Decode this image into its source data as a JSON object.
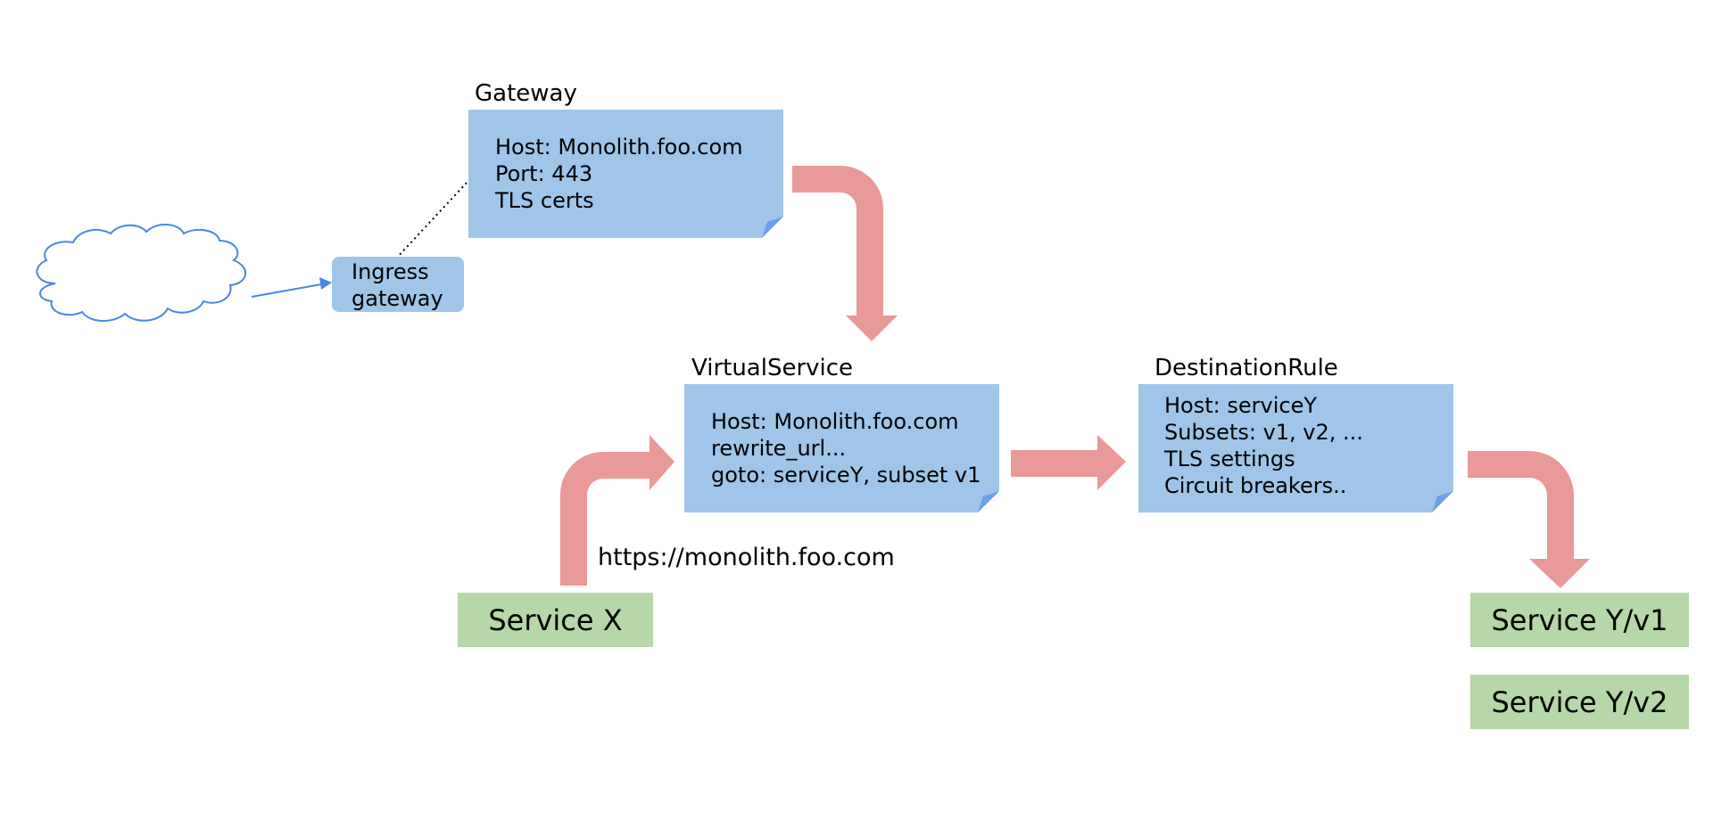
{
  "gateway": {
    "title": "Gateway",
    "lines": [
      "Host: Monolith.foo.com",
      "Port: 443",
      "TLS certs"
    ]
  },
  "ingress": {
    "lines": [
      "Ingress",
      "gateway"
    ]
  },
  "virtual_service": {
    "title": "VirtualService",
    "lines": [
      "Host: Monolith.foo.com",
      "rewrite_url...",
      "goto: serviceY, subset v1"
    ]
  },
  "destination_rule": {
    "title": "DestinationRule",
    "lines": [
      "Host: serviceY",
      "Subsets: v1, v2, ...",
      "TLS settings",
      "Circuit breakers.."
    ]
  },
  "request_url": "https://monolith.foo.com",
  "services": {
    "x": "Service X",
    "y_v1": "Service Y/v1",
    "y_v2": "Service Y/v2"
  },
  "icons": {
    "internet": "cloud-icon"
  },
  "colors": {
    "note_fill": "#9fc5e8",
    "note_fold": "#6d9eeb",
    "service_fill": "#b6d7a8",
    "flow_arrow": "#ea9999",
    "link_arrow": "#4a86e8"
  }
}
